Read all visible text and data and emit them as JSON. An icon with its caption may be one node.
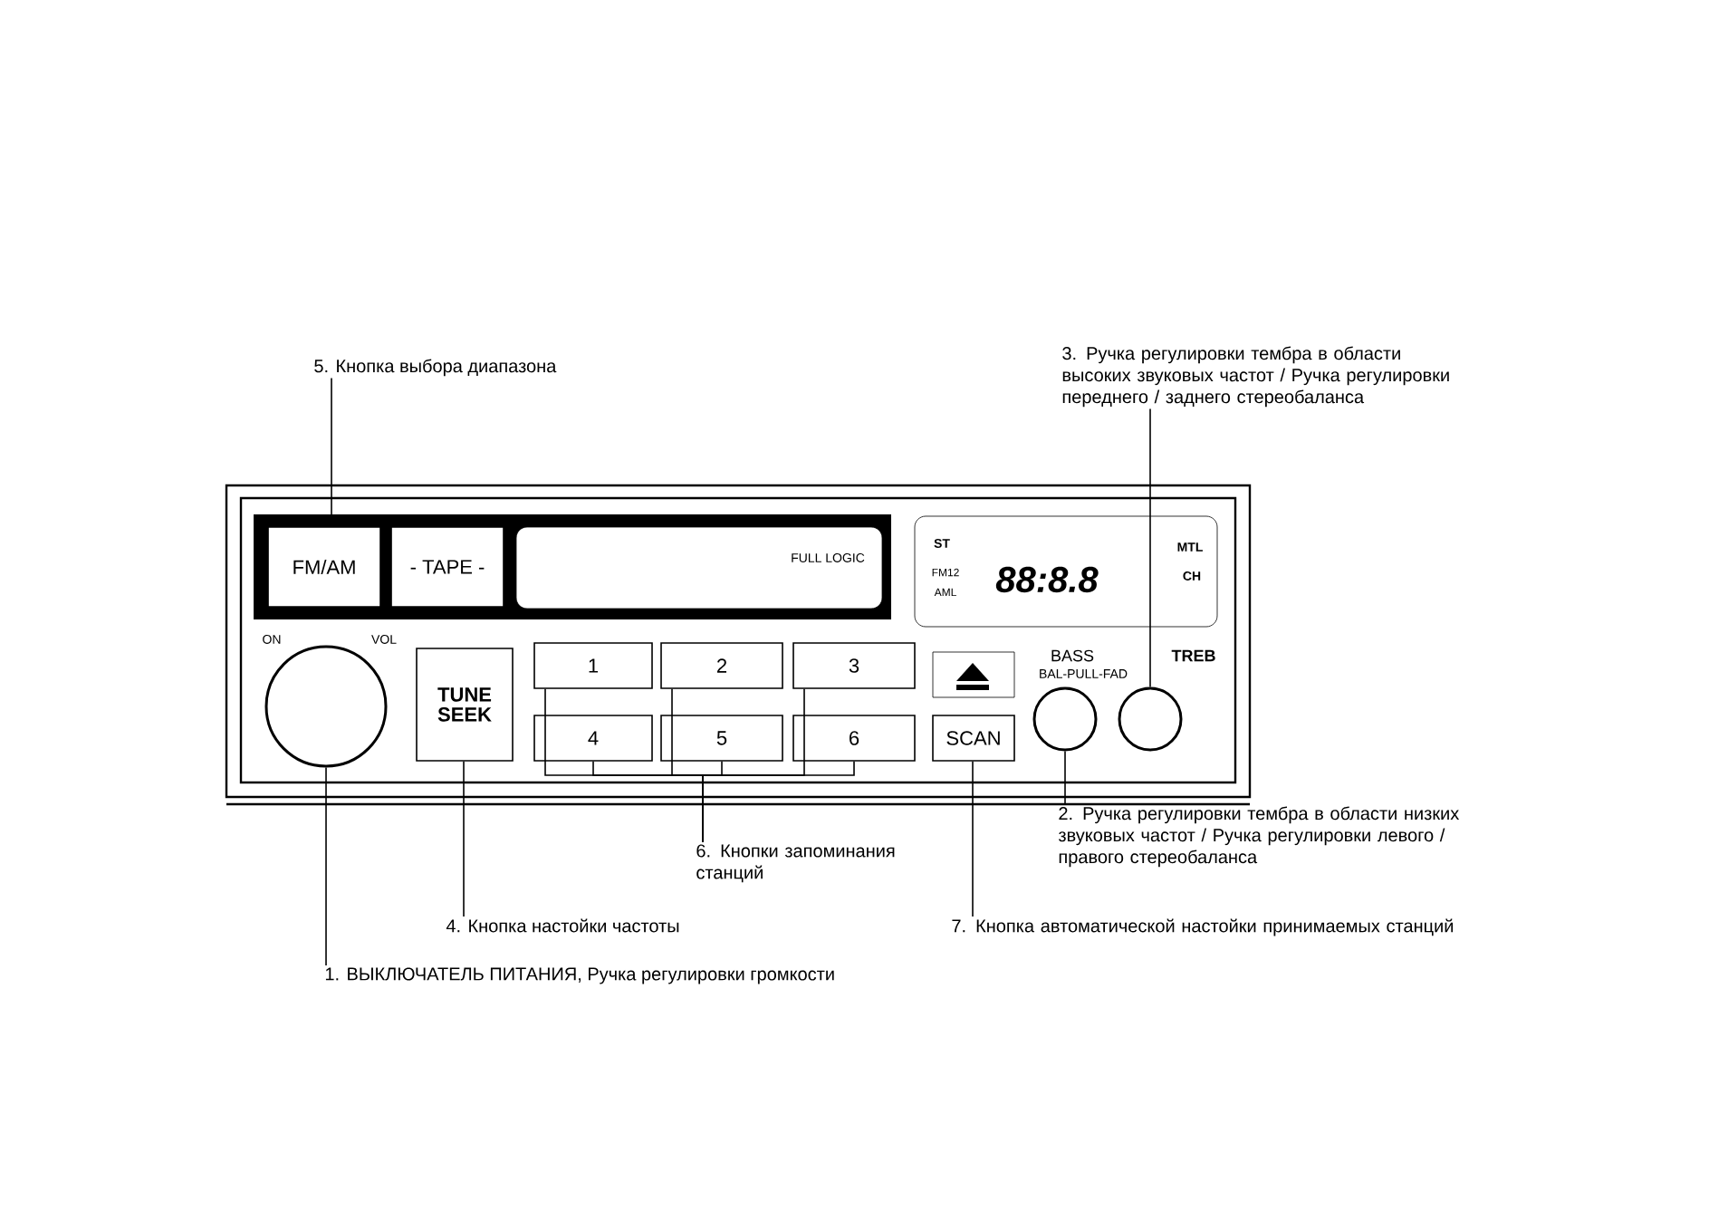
{
  "diagram": {
    "nodes": [
      {
        "text": [
          "5. Кнопка выбора диапазона"
        ]
      },
      {
        "text": [
          "3. Ручка регулировки тембра в области высоких звуковых частот / Ручка регулировки переднего / заднего стереобаланса"
        ]
      },
      {
        "text": [
          "FM/AM"
        ]
      },
      {
        "text": [
          "- TAPE -"
        ]
      },
      {
        "text": [],
        "shape": "circle"
      },
      {
        "text": [
          "TUNE SEEK"
        ]
      },
      {
        "text": [
          "1"
        ]
      },
      {
        "text": [
          "2"
        ]
      },
      {
        "text": [
          "3"
        ]
      },
      {
        "text": [
          "4"
        ]
      },
      {
        "text": [
          "5"
        ]
      },
      {
        "text": [
          "6"
        ]
      },
      {
        "text": [
          "SCAN"
        ]
      },
      {
        "text": [],
        "shape": "circle"
      },
      {
        "text": [],
        "shape": "circle"
      },
      {
        "text": [
          "6. Кнопки запоминания станций"
        ]
      },
      {
        "text": [
          "4. Кнопка настойки частоты"
        ]
      },
      {
        "text": [
          "7. Кнопка автоматической настойки принимаемых станций"
        ]
      },
      {
        "text": [
          "2. Ручка регулировки тембра в области низких звуковых частот / Ручка регулировки левого / правого стереобаланса"
        ]
      },
      {
        "text": [
          "1. ВЫКЛЮЧАТЕЛЬ ПИТАНИЯ, Ручка регулировки громкости"
        ]
      }
    ],
    "edges": [
      {
        "from": 0,
        "to": 2,
        "arrow": "none"
      },
      {
        "from": 1,
        "to": 14,
        "arrow": "none"
      },
      {
        "from": 15,
        "to": 6,
        "arrow": "none"
      },
      {
        "from": 15,
        "to": 7,
        "arrow": "none"
      },
      {
        "from": 15,
        "to": 8,
        "arrow": "none"
      },
      {
        "from": 15,
        "to": 9,
        "arrow": "none"
      },
      {
        "from": 15,
        "to": 10,
        "arrow": "none"
      },
      {
        "from": 15,
        "to": 11,
        "arrow": "none"
      },
      {
        "from": 16,
        "to": 5,
        "arrow": "none"
      },
      {
        "from": 17,
        "to": 12,
        "arrow": "none"
      },
      {
        "from": 18,
        "to": 13,
        "arrow": "none"
      },
      {
        "from": 19,
        "to": 4,
        "arrow": "none"
      }
    ],
    "labels": [
      "ON",
      "VOL",
      "FULL LOGIC",
      "ST",
      "MTL",
      "FM12",
      "AML",
      "88:8.8",
      "CH",
      "BASS",
      "TREB",
      "BAL-PULL-FAD"
    ]
  }
}
